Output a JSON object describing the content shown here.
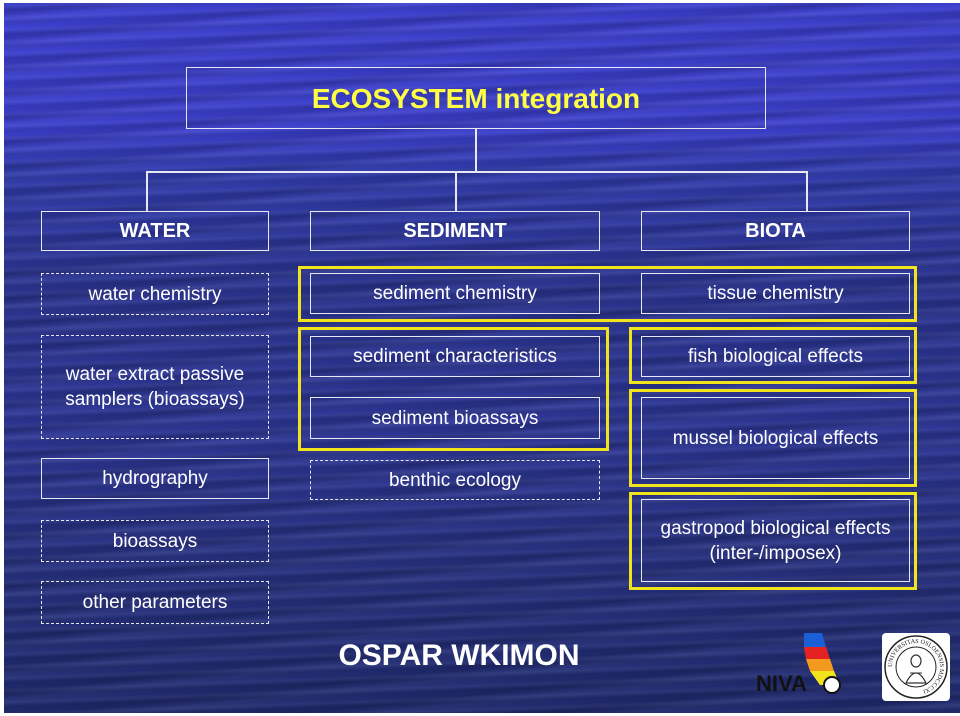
{
  "title": "ECOSYSTEM integration",
  "columns": {
    "water": {
      "header": "WATER",
      "items": [
        "water chemistry",
        "water extract passive samplers (bioassays)",
        "hydrography",
        "bioassays",
        "other parameters"
      ]
    },
    "sediment": {
      "header": "SEDIMENT",
      "items": [
        "sediment chemistry",
        "sediment characteristics",
        "sediment bioassays",
        "benthic ecology"
      ]
    },
    "biota": {
      "header": "BIOTA",
      "items": [
        "tissue chemistry",
        "fish biological effects",
        "mussel biological effects",
        "gastropod biological effects (inter-/imposex)"
      ]
    }
  },
  "footer": "OSPAR WKIMON",
  "logos": {
    "niva": "NIVA",
    "seal": "UNIVERSITAS OSLOENSIS MDCCCXI"
  },
  "colors": {
    "title_text": "#ffff44",
    "highlight": "#f2e41a",
    "box_border": "#e8e8f4",
    "background": "#2c3594"
  }
}
